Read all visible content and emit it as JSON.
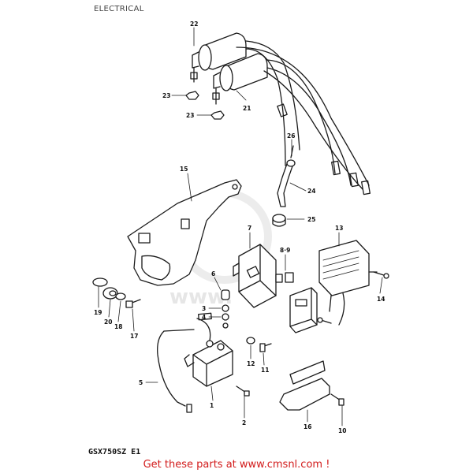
{
  "header": {
    "title": "ELECTRICAL"
  },
  "diagram": {
    "model_code": "GSX750SZ E1",
    "watermark": "www.",
    "callouts": [
      {
        "id": "22",
        "label": "22"
      },
      {
        "id": "23a",
        "label": "23"
      },
      {
        "id": "23b",
        "label": "23"
      },
      {
        "id": "21",
        "label": "21"
      },
      {
        "id": "26",
        "label": "26"
      },
      {
        "id": "24",
        "label": "24"
      },
      {
        "id": "25",
        "label": "25"
      },
      {
        "id": "15",
        "label": "15"
      },
      {
        "id": "7",
        "label": "7"
      },
      {
        "id": "8-9",
        "label": "8·9"
      },
      {
        "id": "13",
        "label": "13"
      },
      {
        "id": "14",
        "label": "14"
      },
      {
        "id": "6",
        "label": "6"
      },
      {
        "id": "3",
        "label": "3"
      },
      {
        "id": "4",
        "label": "4"
      },
      {
        "id": "19",
        "label": "19"
      },
      {
        "id": "20",
        "label": "20"
      },
      {
        "id": "18",
        "label": "18"
      },
      {
        "id": "17",
        "label": "17"
      },
      {
        "id": "12",
        "label": "12"
      },
      {
        "id": "11",
        "label": "11"
      },
      {
        "id": "5",
        "label": "5"
      },
      {
        "id": "1",
        "label": "1"
      },
      {
        "id": "2",
        "label": "2"
      },
      {
        "id": "16",
        "label": "16"
      },
      {
        "id": "10",
        "label": "10"
      }
    ]
  },
  "footer": {
    "link_text": "Get these parts at www.cmsnl.com !"
  },
  "colors": {
    "footer_link": "#d21b1b",
    "line": "#1a1a1a"
  }
}
